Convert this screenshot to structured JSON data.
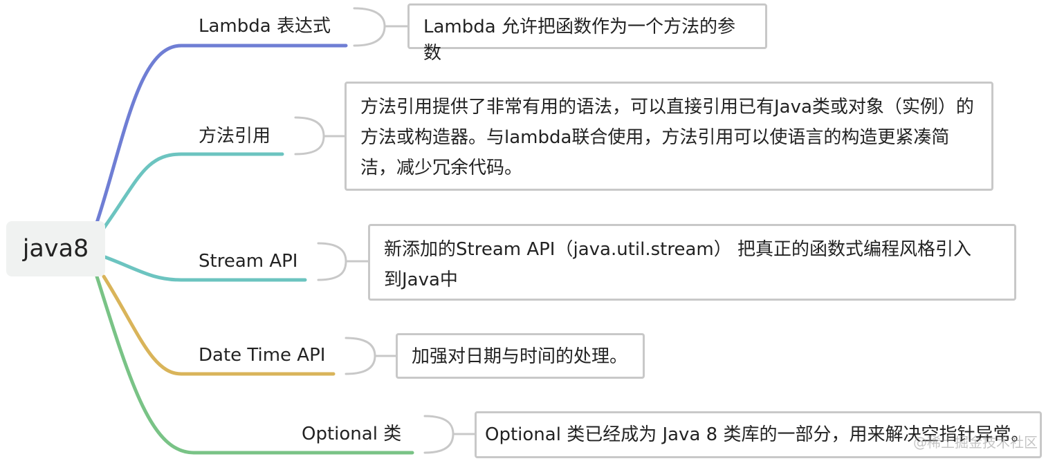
{
  "root": {
    "label": "java8"
  },
  "branches": [
    {
      "label": "Lambda 表达式",
      "color": "#6f7ed4",
      "note": "Lambda 允许把函数作为一个方法的参数"
    },
    {
      "label": "方法引用",
      "color": "#6cc4c0",
      "note": "方法引用提供了非常有用的语法，可以直接引用已有Java类或对象（实例）的方法或构造器。与lambda联合使用，方法引用可以使语言的构造更紧凑简洁，减少冗余代码。"
    },
    {
      "label": "Stream API",
      "color": "#6cc4c0",
      "note": "新添加的Stream API（java.util.stream） 把真正的函数式编程风格引入到Java中"
    },
    {
      "label": "Date Time API",
      "color": "#d9b45a",
      "note": "加强对日期与时间的处理。"
    },
    {
      "label": "Optional 类",
      "color": "#79c386",
      "note": "Optional 类已经成为 Java 8 类库的一部分，用来解决空指针异常。"
    }
  ],
  "watermark": "@稀土掘金技术社区",
  "bracket_color": "#c8c8c8",
  "note_border_color": "#c8c8c8",
  "root_background": "#f0f2f1"
}
